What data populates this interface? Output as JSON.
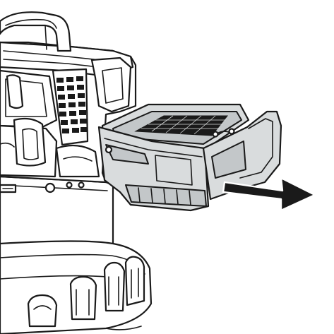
{
  "diagram": {
    "subject": "wet-dry-vacuum-cartridge-filter-removal",
    "parts": [
      {
        "id": "vacuum-head",
        "icon": "vacuum-head-icon"
      },
      {
        "id": "carry-handle",
        "icon": "handle-icon"
      },
      {
        "id": "vent-grille",
        "icon": "grille-icon"
      },
      {
        "id": "filter-cassette",
        "icon": "filter-cassette-icon",
        "highlight_color": "#d9dcdd"
      },
      {
        "id": "filter-mesh",
        "icon": "mesh-icon"
      },
      {
        "id": "collection-drum",
        "icon": "drum-icon"
      },
      {
        "id": "drum-base",
        "icon": "base-icon"
      },
      {
        "id": "pull-arrow",
        "icon": "arrow-right-icon",
        "color": "#1a1a1a"
      }
    ],
    "colors": {
      "line": "#1a1a1a",
      "part_fill": "#d9dcdd",
      "background": "#ffffff"
    }
  }
}
